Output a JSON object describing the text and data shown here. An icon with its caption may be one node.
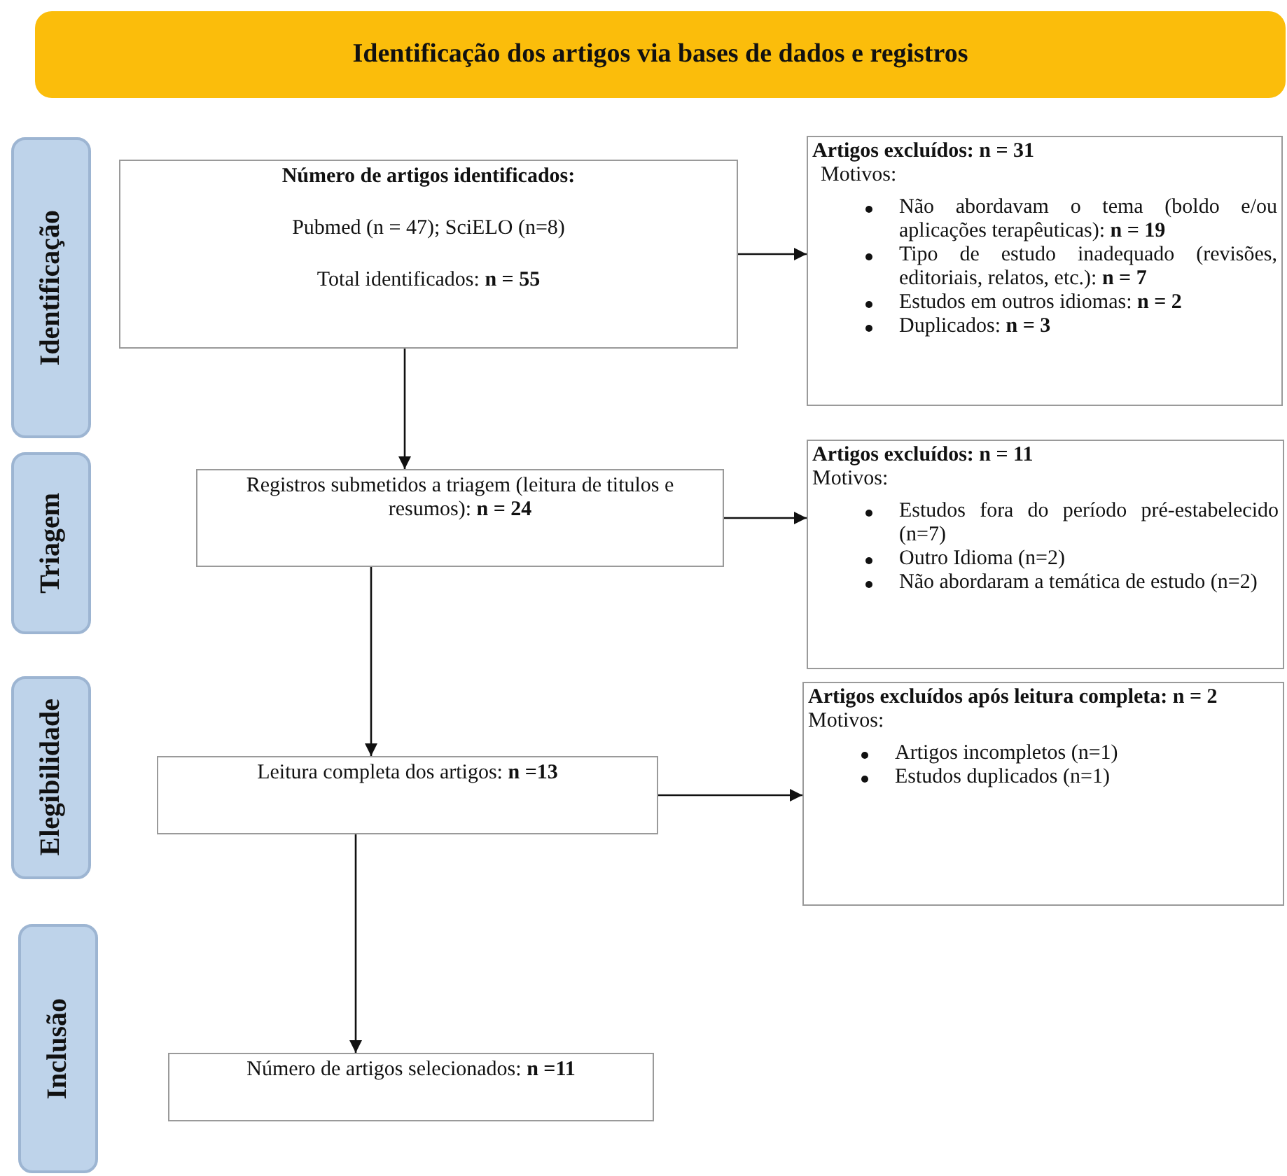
{
  "diagram": {
    "nodes": [
      {
        "text": [
          "Identificação dos artigos via bases de dados e registros"
        ]
      },
      {
        "text": [
          "Identificação"
        ]
      },
      {
        "text": [
          "Número de artigos identificados:",
          "Pubmed (n = 47); SciELO (n=8)",
          "Total identificados: **n = 55**"
        ]
      },
      {
        "text": [
          "Artigos excluídos: n = 31",
          "Motivos:",
          "Não abordavam o tema (boldo e/ou aplicações terapêuticas): **n = 19**",
          "Tipo de estudo inadequado (revisões, editoriais, relatos, etc.): **n = 7**",
          "Estudos em outros idiomas: **n = 2**",
          "Duplicados: **n = 3**"
        ]
      },
      {
        "text": [
          "Triagem"
        ]
      },
      {
        "text": [
          "Registros submetidos a triagem (leitura de titulos e resumos): **n = 24**"
        ]
      },
      {
        "text": [
          "Artigos excluídos: n = 11",
          "Motivos:",
          "Estudos fora do período pré-estabelecido (n=7)",
          "Outro Idioma (n=2)",
          "Não abordaram a temática de estudo (n=2)"
        ]
      },
      {
        "text": [
          "Elegibilidade"
        ]
      },
      {
        "text": [
          "Leitura completa dos artigos: **n =13**"
        ]
      },
      {
        "text": [
          "Artigos excluídos após leitura completa: n = 2",
          "Motivos:",
          "Artigos incompletos (n=1)",
          "Estudos duplicados (n=1)"
        ]
      },
      {
        "text": [
          "Inclusão"
        ]
      },
      {
        "text": [
          "Número de artigos selecionados:  **n =11**"
        ]
      }
    ],
    "edges": [
      {
        "from": 2,
        "to": 3,
        "arrow": "to"
      },
      {
        "from": 2,
        "to": 5,
        "arrow": "to"
      },
      {
        "from": 5,
        "to": 6,
        "arrow": "to"
      },
      {
        "from": 5,
        "to": 8,
        "arrow": "to"
      },
      {
        "from": 8,
        "to": 9,
        "arrow": "to"
      },
      {
        "from": 8,
        "to": 11,
        "arrow": "to"
      }
    ]
  }
}
